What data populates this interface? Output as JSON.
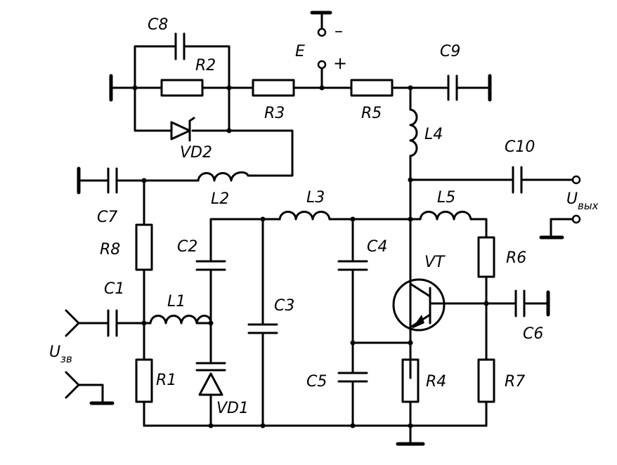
{
  "labels": {
    "C8": "C8",
    "R2": "R2",
    "E": "E",
    "minus": "–",
    "plus": "+",
    "C9": "C9",
    "R3": "R3",
    "R5": "R5",
    "L4": "L4",
    "VD2": "VD2",
    "C10": "C10",
    "L2": "L2",
    "C7": "C7",
    "L3": "L3",
    "L5": "L5",
    "U_out": "U",
    "U_out_sub": "вых",
    "R8": "R8",
    "C2": "C2",
    "C4": "C4",
    "VT": "VT",
    "R6": "R6",
    "C1": "C1",
    "L1": "L1",
    "C3": "C3",
    "C6": "C6",
    "U_in": "U",
    "U_in_sub": "зв",
    "R1": "R1",
    "C5": "C5",
    "R4": "R4",
    "R7": "R7",
    "VD1": "VD1"
  }
}
